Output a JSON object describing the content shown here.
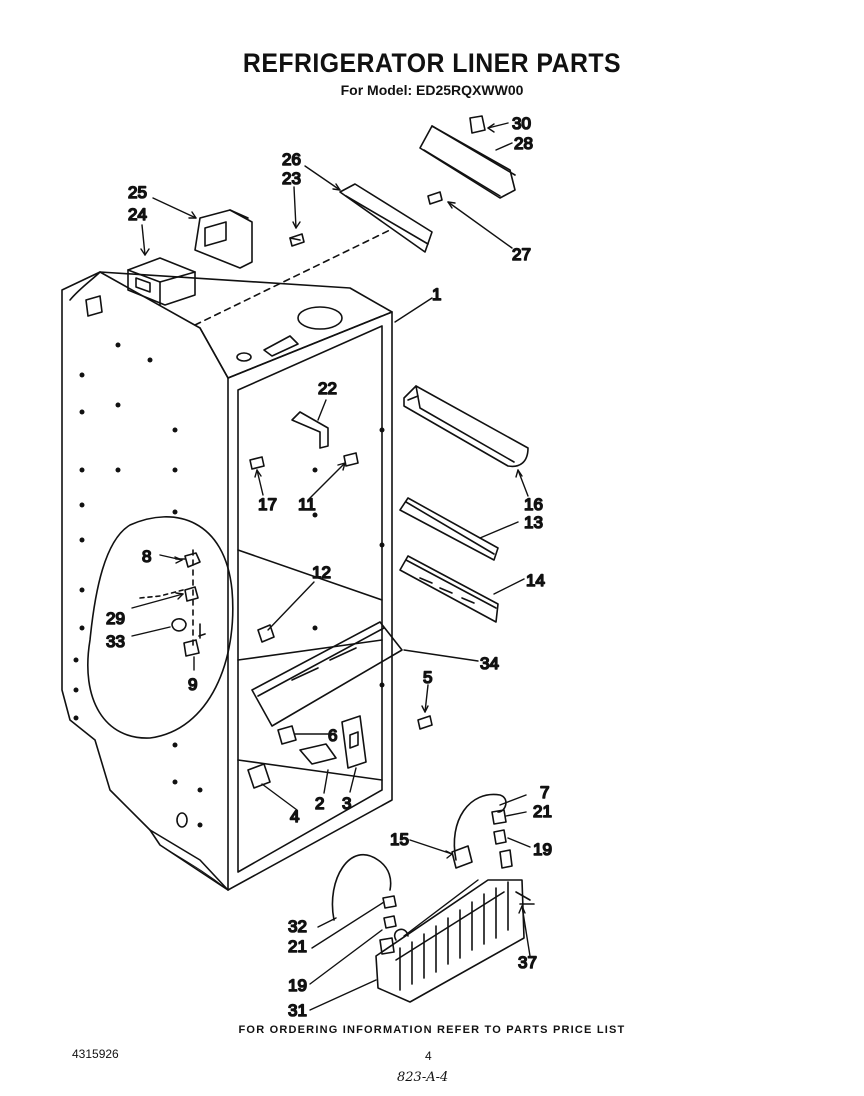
{
  "title": "REFRIGERATOR LINER PARTS",
  "subtitle": "For Model: ED25RQXWW00",
  "footer_note": "FOR ORDERING INFORMATION REFER TO PARTS PRICE LIST",
  "document_number": "4315926",
  "page_number": "4",
  "handwritten_note": "823-A-4",
  "callouts": {
    "c30": "30",
    "c28": "28",
    "c26": "26",
    "c23": "23",
    "c25": "25",
    "c24": "24",
    "c27": "27",
    "c1": "1",
    "c22": "22",
    "c16": "16",
    "c17": "17",
    "c11": "11",
    "c13": "13",
    "c12": "12",
    "c14": "14",
    "c8": "8",
    "c29": "29",
    "c33": "33",
    "c9": "9",
    "c34": "34",
    "c5": "5",
    "c6": "6",
    "c2": "2",
    "c3": "3",
    "c4": "4",
    "c7": "7",
    "c21a": "21",
    "c19a": "19",
    "c15": "15",
    "c32": "32",
    "c21b": "21",
    "c19b": "19",
    "c37": "37",
    "c31": "31"
  }
}
